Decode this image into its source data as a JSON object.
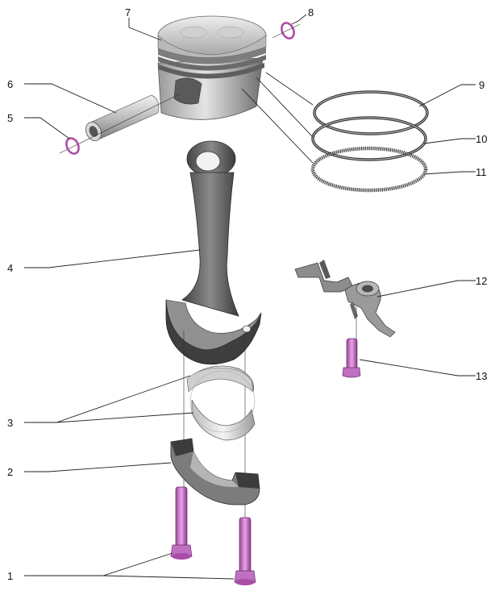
{
  "callouts": [
    {
      "id": "1",
      "label": "1"
    },
    {
      "id": "2",
      "label": "2"
    },
    {
      "id": "3",
      "label": "3"
    },
    {
      "id": "4",
      "label": "4"
    },
    {
      "id": "5",
      "label": "5"
    },
    {
      "id": "6",
      "label": "6"
    },
    {
      "id": "7",
      "label": "7"
    },
    {
      "id": "8",
      "label": "8"
    },
    {
      "id": "9",
      "label": "9"
    },
    {
      "id": "10",
      "label": "10"
    },
    {
      "id": "11",
      "label": "11"
    },
    {
      "id": "12",
      "label": "12"
    },
    {
      "id": "13",
      "label": "13"
    }
  ],
  "colors": {
    "metal_light": "#cfcfcf",
    "metal_mid": "#8c8c8c",
    "metal_dark": "#4a4a4a",
    "bearing": "#e2e2e2",
    "bolt": "#c070c0",
    "circlip": "#b04aa8",
    "ring": "#3a3a3a"
  }
}
